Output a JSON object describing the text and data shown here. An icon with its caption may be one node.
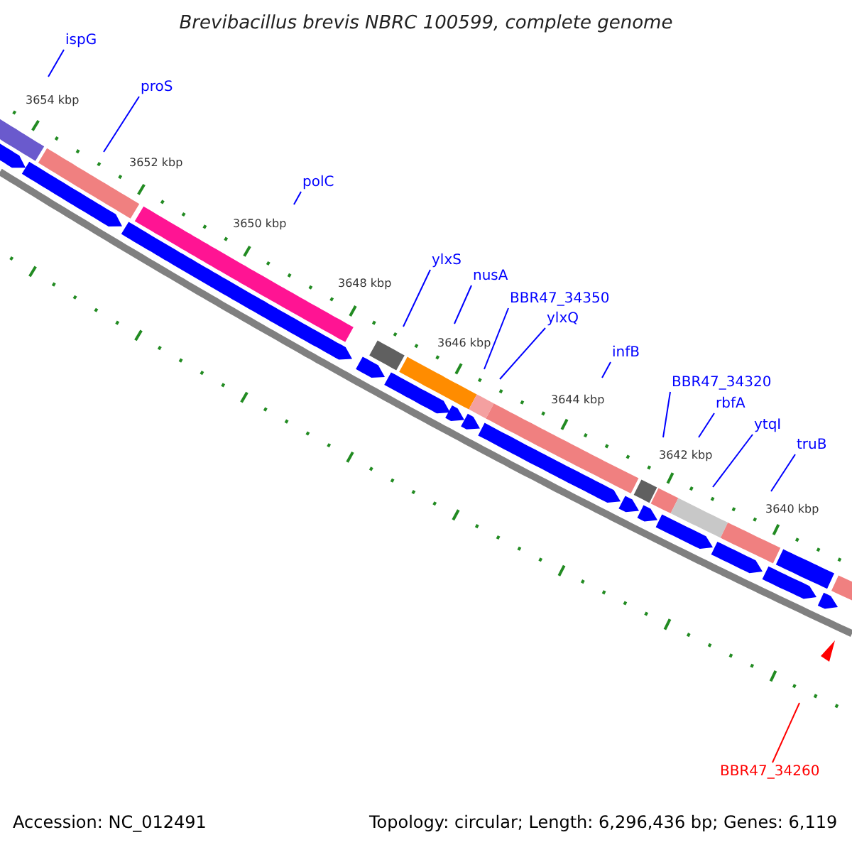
{
  "diagram": {
    "title": "Brevibacillus brevis NBRC 100599, complete genome",
    "nodes": [
      {
        "text": [
          "ispG"
        ]
      },
      {
        "text": [
          "proS"
        ]
      },
      {
        "text": [
          "polC"
        ]
      },
      {
        "text": [
          "ylxS"
        ]
      },
      {
        "text": [
          "nusA"
        ]
      },
      {
        "text": [
          "BBR47_34350"
        ]
      },
      {
        "text": [
          "ylxQ"
        ]
      },
      {
        "text": [
          "infB"
        ]
      },
      {
        "text": [
          "BBR47_34320"
        ]
      },
      {
        "text": [
          "rbfA"
        ]
      },
      {
        "text": [
          "ytqI"
        ]
      },
      {
        "text": [
          "truB"
        ]
      },
      {
        "text": [
          "BBR47_34260"
        ]
      }
    ],
    "edges": [
      {
        "from": 0,
        "to": null,
        "arrow": "none"
      },
      {
        "from": 1,
        "to": null,
        "arrow": "none"
      },
      {
        "from": 2,
        "to": null,
        "arrow": "none"
      },
      {
        "from": 3,
        "to": null,
        "arrow": "none"
      },
      {
        "from": 4,
        "to": null,
        "arrow": "none"
      },
      {
        "from": 5,
        "to": null,
        "arrow": "none"
      },
      {
        "from": 6,
        "to": null,
        "arrow": "none"
      },
      {
        "from": 7,
        "to": null,
        "arrow": "none"
      },
      {
        "from": 8,
        "to": null,
        "arrow": "none"
      },
      {
        "from": 9,
        "to": null,
        "arrow": "none"
      },
      {
        "from": 10,
        "to": null,
        "arrow": "none"
      },
      {
        "from": 11,
        "to": null,
        "arrow": "none"
      },
      {
        "from": 12,
        "to": null,
        "arrow": "none",
        "color": "#ff0000"
      }
    ],
    "labels": [
      "3654 kbp",
      "3652 kbp",
      "3650 kbp",
      "3648 kbp",
      "3646 kbp",
      "3644 kbp",
      "3642 kbp",
      "3640 kbp",
      "Accession: NC_012491",
      "Topology: circular; Length: 6,296,436 bp; Genes: 6,119"
    ]
  }
}
